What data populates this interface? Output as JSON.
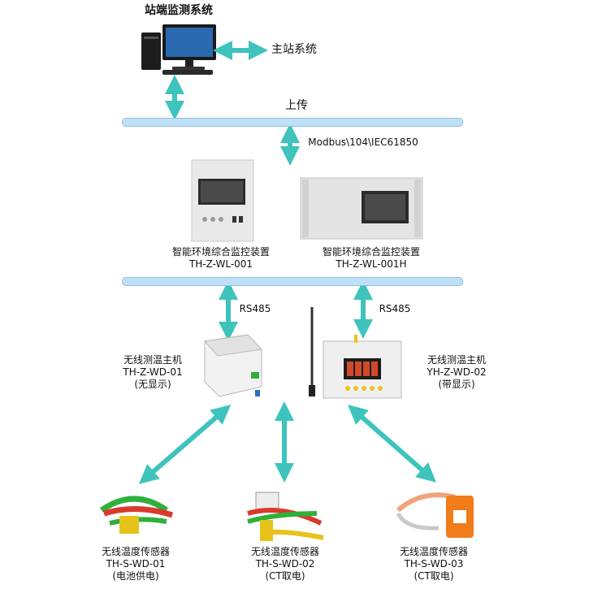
{
  "system_title": "站端监测系统",
  "master_station": "主站系统",
  "upload_label": "上传",
  "protocol_label": "Modbus\\104\\IEC61850",
  "devices": [
    {
      "name": "智能环境综合监控装置",
      "model": "TH-Z-WL-001"
    },
    {
      "name": "智能环境综合监控装置",
      "model": "TH-Z-WL-001H"
    }
  ],
  "rs485_labels": [
    "RS485",
    "RS485"
  ],
  "hosts": [
    {
      "name": "无线测温主机",
      "model": "TH-Z-WD-01",
      "note": "(无显示)"
    },
    {
      "name": "无线测温主机",
      "model": "YH-Z-WD-02",
      "note": "(带显示)"
    }
  ],
  "sensors": [
    {
      "name": "无线温度传感器",
      "model": "TH-S-WD-01",
      "note": "(电池供电)"
    },
    {
      "name": "无线温度传感器",
      "model": "TH-S-WD-02",
      "note": "(CT取电)"
    },
    {
      "name": "无线温度传感器",
      "model": "TH-S-WD-03",
      "note": "(CT取电)"
    }
  ],
  "colors": {
    "arrow": "#3ec3bd",
    "bus": "#bfe0f6"
  }
}
